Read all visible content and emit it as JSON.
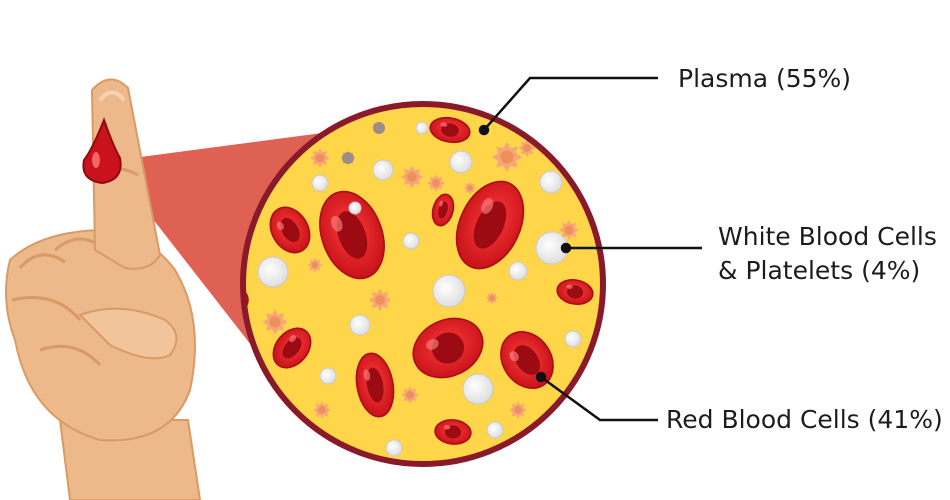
{
  "labels": {
    "plasma": "Plasma (55%)",
    "wbc_line1": "White Blood Cells",
    "wbc_line2": "& Platelets (4%)",
    "rbc": "Red Blood Cells (41%)"
  },
  "colors": {
    "plasma": "#ffd54a",
    "circle_border": "#8a1a2a",
    "red_cell": "#d3131c",
    "red_cell_center": "#9c0a12",
    "white_cell": "#f4f4f4",
    "platelet": "#f6a779",
    "skin": "#eeb98a",
    "skin_shadow": "#d99a66",
    "blood_cone": "#d63a2c",
    "leader_line": "#111111"
  },
  "icons": {
    "hand": "finger-prick-hand-icon",
    "drop": "blood-drop-icon"
  }
}
